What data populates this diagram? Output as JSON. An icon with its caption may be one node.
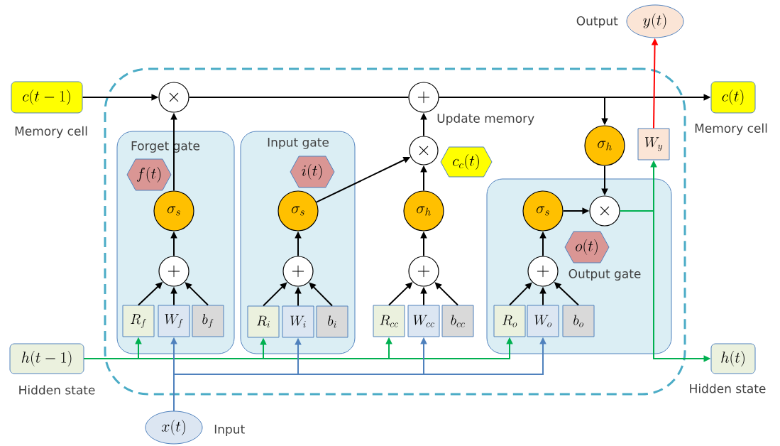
{
  "diagram": {
    "nodes": [
      {
        "text": [],
        "shape": "box"
      },
      {
        "text": [
          "Forget gate"
        ],
        "in": 0
      },
      {
        "text": [
          "Input gate"
        ],
        "in": 0
      },
      {
        "text": [
          "Output gate"
        ],
        "in": 0
      },
      {
        "text": [
          "c(t-1)"
        ],
        "beside": [
          "Memory cell"
        ]
      },
      {
        "text": [
          "h(t-1)"
        ],
        "beside": [
          "Hidden state"
        ]
      },
      {
        "text": [
          "x(t)"
        ],
        "beside": [
          "Input"
        ]
      },
      {
        "text": [
          "y(t)"
        ],
        "beside": [
          "Output"
        ]
      },
      {
        "text": [
          "c(t)"
        ],
        "beside": [
          "Memory cell"
        ]
      },
      {
        "text": [
          "h(t)"
        ],
        "beside": [
          "Hidden state"
        ]
      },
      {
        "text": [
          "\\times"
        ],
        "in": 0
      },
      {
        "text": [
          "+"
        ],
        "in": 0,
        "beside": [
          "Update memory"
        ]
      },
      {
        "text": [
          "\\times"
        ],
        "in": 0
      },
      {
        "text": [
          "c_c(t)"
        ],
        "in": 0
      },
      {
        "text": [
          "\\sigma_h"
        ],
        "in": 0
      },
      {
        "text": [
          "W_y"
        ],
        "in": 0
      },
      {
        "text": [
          "f(t)"
        ],
        "in": 1
      },
      {
        "text": [
          "\\sigma_s"
        ],
        "in": 1
      },
      {
        "text": [
          "+"
        ],
        "in": 1
      },
      {
        "text": [
          "R_f"
        ],
        "in": 1
      },
      {
        "text": [
          "W_f"
        ],
        "in": 1
      },
      {
        "text": [
          "b_f"
        ],
        "in": 1
      },
      {
        "text": [
          "i(t)"
        ],
        "in": 2
      },
      {
        "text": [
          "\\sigma_s"
        ],
        "in": 2
      },
      {
        "text": [
          "+"
        ],
        "in": 2
      },
      {
        "text": [
          "R_i"
        ],
        "in": 2
      },
      {
        "text": [
          "W_i"
        ],
        "in": 2
      },
      {
        "text": [
          "b_i"
        ],
        "in": 2
      },
      {
        "text": [
          "\\sigma_h"
        ],
        "in": 0
      },
      {
        "text": [
          "+"
        ],
        "in": 0
      },
      {
        "text": [
          "R_{cc}"
        ],
        "in": 0
      },
      {
        "text": [
          "W_{cc}"
        ],
        "in": 0
      },
      {
        "text": [
          "b_{cc}"
        ],
        "in": 0
      },
      {
        "text": [
          "\\sigma_s"
        ],
        "in": 3
      },
      {
        "text": [
          "\\times"
        ],
        "in": 3
      },
      {
        "text": [
          "o(t)"
        ],
        "in": 3
      },
      {
        "text": [
          "+"
        ],
        "in": 3
      },
      {
        "text": [
          "R_o"
        ],
        "in": 3
      },
      {
        "text": [
          "W_o"
        ],
        "in": 3
      },
      {
        "text": [
          "b_o"
        ],
        "in": 3
      }
    ],
    "edges": [
      {
        "from": 4,
        "to": 10,
        "arrow": "to"
      },
      {
        "from": 10,
        "to": 11,
        "arrow": "none"
      },
      {
        "from": 11,
        "to": 8,
        "arrow": "to"
      },
      {
        "from": 11,
        "to": 14,
        "arrow": "to"
      },
      {
        "from": 14,
        "to": 34,
        "arrow": "to"
      },
      {
        "from": 33,
        "to": 34,
        "arrow": "to"
      },
      {
        "from": 34,
        "to": 15,
        "arrow": "to",
        "color": "#00b050"
      },
      {
        "from": 34,
        "to": 9,
        "arrow": "to",
        "color": "#00b050"
      },
      {
        "from": 15,
        "to": 7,
        "arrow": "to",
        "color": "#ff0000"
      },
      {
        "from": 17,
        "to": 10,
        "arrow": "to"
      },
      {
        "from": 18,
        "to": 17,
        "arrow": "to"
      },
      {
        "from": 19,
        "to": 18,
        "arrow": "to"
      },
      {
        "from": 20,
        "to": 18,
        "arrow": "to"
      },
      {
        "from": 21,
        "to": 18,
        "arrow": "to"
      },
      {
        "from": 23,
        "to": 12,
        "arrow": "to"
      },
      {
        "from": 24,
        "to": 23,
        "arrow": "to"
      },
      {
        "from": 25,
        "to": 24,
        "arrow": "to"
      },
      {
        "from": 26,
        "to": 24,
        "arrow": "to"
      },
      {
        "from": 27,
        "to": 24,
        "arrow": "to"
      },
      {
        "from": 12,
        "to": 11,
        "arrow": "to"
      },
      {
        "from": 28,
        "to": 12,
        "arrow": "to"
      },
      {
        "from": 29,
        "to": 28,
        "arrow": "to"
      },
      {
        "from": 30,
        "to": 29,
        "arrow": "to"
      },
      {
        "from": 31,
        "to": 29,
        "arrow": "to"
      },
      {
        "from": 32,
        "to": 29,
        "arrow": "to"
      },
      {
        "from": 36,
        "to": 33,
        "arrow": "to"
      },
      {
        "from": 37,
        "to": 36,
        "arrow": "to"
      },
      {
        "from": 38,
        "to": 36,
        "arrow": "to"
      },
      {
        "from": 39,
        "to": 36,
        "arrow": "to"
      },
      {
        "from": 5,
        "to": 19,
        "arrow": "to",
        "color": "#00b050"
      },
      {
        "from": 5,
        "to": 25,
        "arrow": "to",
        "color": "#00b050"
      },
      {
        "from": 5,
        "to": 30,
        "arrow": "to",
        "color": "#00b050"
      },
      {
        "from": 5,
        "to": 37,
        "arrow": "to",
        "color": "#00b050"
      },
      {
        "from": 6,
        "to": 20,
        "arrow": "to",
        "color": "#4f81bd"
      },
      {
        "from": 6,
        "to": 26,
        "arrow": "to",
        "color": "#4f81bd"
      },
      {
        "from": 6,
        "to": 31,
        "arrow": "to",
        "color": "#4f81bd"
      },
      {
        "from": 6,
        "to": 38,
        "arrow": "to",
        "color": "#4f81bd"
      }
    ]
  }
}
